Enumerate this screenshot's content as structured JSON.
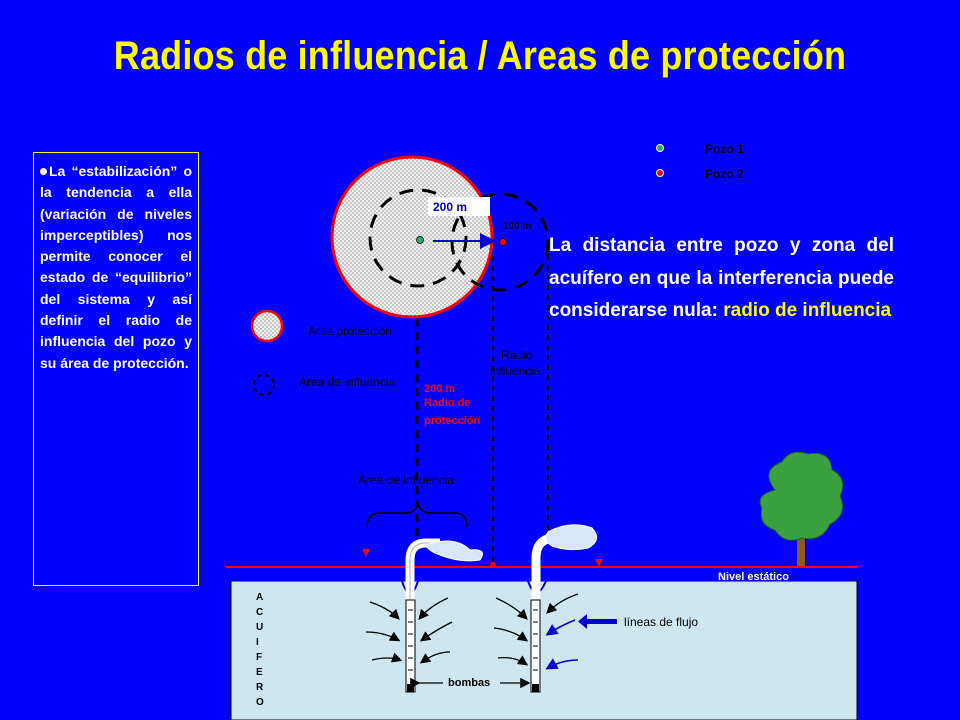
{
  "title": "Radios de influencia / Areas de protección",
  "bullet": {
    "text": "La “estabilización” o la tendencia a ella (variación de niveles imperceptibles) nos permite conocer el estado de “equilibrio” del sistema y así definir el radio de influencia del pozo y su área de protección."
  },
  "description": {
    "main": "La distancia entre pozo y zona del acuífero en que la interferencia puede considerarse nula: ",
    "highlight": "radio de influencia"
  },
  "legend": {
    "pozo1": "Pozo 1",
    "pozo2": "Pozo 2",
    "area_proteccion": "Area protección",
    "area_influencia": "Area de influencia"
  },
  "diagram": {
    "label_200m_box": "200 m",
    "label_100m": "100 m",
    "radio_proteccion_value": "200 m",
    "radio_proteccion_l1": "Radio de",
    "radio_proteccion_l2": "protección",
    "radio_influencia_l1": "Radio",
    "radio_influencia_l2": "influencia",
    "area_influencia_lower": "Area de influencia",
    "nivel_estatico": "Nivel estático",
    "lineas_flujo": "líneas de flujo",
    "bombas": "bombas",
    "acuifero_letters": [
      "A",
      "C",
      "U",
      "I",
      "F",
      "E",
      "R",
      "O"
    ]
  },
  "colors": {
    "background": "#0000ff",
    "title": "#ffff00",
    "aquifer": "#cfe6f0",
    "protection_circle": "#e8e8e8",
    "protection_border": "#ff0000",
    "pozo1": "#2fa866",
    "pozo2": "#ff0000",
    "tree_foliage": "#3aa040",
    "tree_trunk": "#8a5a1e",
    "water_level": "#ff0000"
  }
}
